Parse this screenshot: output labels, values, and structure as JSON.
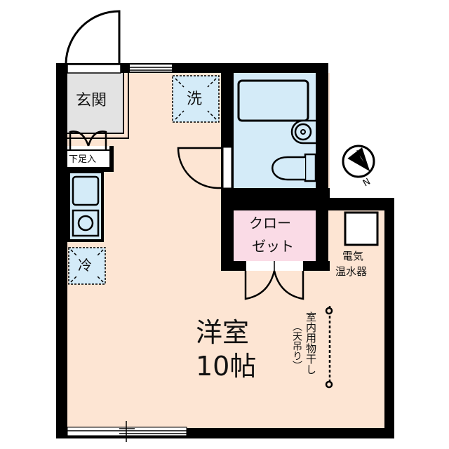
{
  "colors": {
    "wall": "#000000",
    "room_floor": "#fde5d3",
    "entrance_floor": "#e3e3e3",
    "wet_area": "#d4ebf8",
    "closet": "#fadbe6",
    "background": "#ffffff"
  },
  "rooms": {
    "entrance": "玄関",
    "washer": "洗",
    "shoe_box": "下足入",
    "fridge": "冷",
    "closet_line1": "クロー",
    "closet_line2": "ゼット",
    "water_heater_line1": "電気",
    "water_heater_line2": "温水器",
    "laundry_line1": "室内用物干し",
    "laundry_line2": "（天吊り）",
    "main_room_line1": "洋室",
    "main_room_line2": "10帖"
  },
  "compass": {
    "label": "N"
  }
}
